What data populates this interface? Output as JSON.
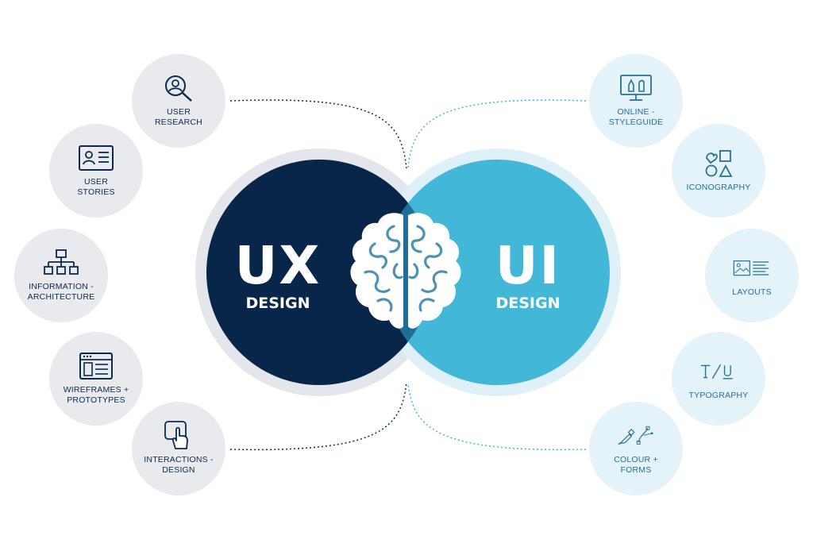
{
  "center": {
    "ux_title": "UX",
    "ux_subtitle": "DESIGN",
    "ui_title": "UI",
    "ui_subtitle": "DESIGN",
    "brain_icon": "brain-icon"
  },
  "ux_topics": [
    {
      "label": "USER\nRESEARCH",
      "icon": "user-search-icon"
    },
    {
      "label": "USER\nSTORIES",
      "icon": "profile-card-icon"
    },
    {
      "label": "INFORMATION -\nARCHITECTURE",
      "icon": "sitemap-icon"
    },
    {
      "label": "WIREFRAMES +\nPROTOTYPES",
      "icon": "browser-window-icon"
    },
    {
      "label": "INTERACTIONS -\nDESIGN",
      "icon": "tap-hand-icon"
    }
  ],
  "ui_topics": [
    {
      "label": "ONLINE -\nSTYLEGUIDE",
      "icon": "monitor-brush-icon"
    },
    {
      "label": "ICONOGRAPHY",
      "icon": "shapes-icon"
    },
    {
      "label": "LAYOUTS",
      "icon": "layout-image-icon"
    },
    {
      "label": "TYPOGRAPHY",
      "icon": "typography-icon"
    },
    {
      "label": "COLOUR +\nFORMS",
      "icon": "pen-bezier-icon"
    }
  ],
  "colors": {
    "ux_dark": "#07264a",
    "ui_light": "#43b7d8",
    "ux_node_bg": "#e8eaee",
    "ui_node_bg": "#e3f3f9",
    "connector_ux": "#0b2a4d",
    "connector_ui": "#43b7d8"
  }
}
